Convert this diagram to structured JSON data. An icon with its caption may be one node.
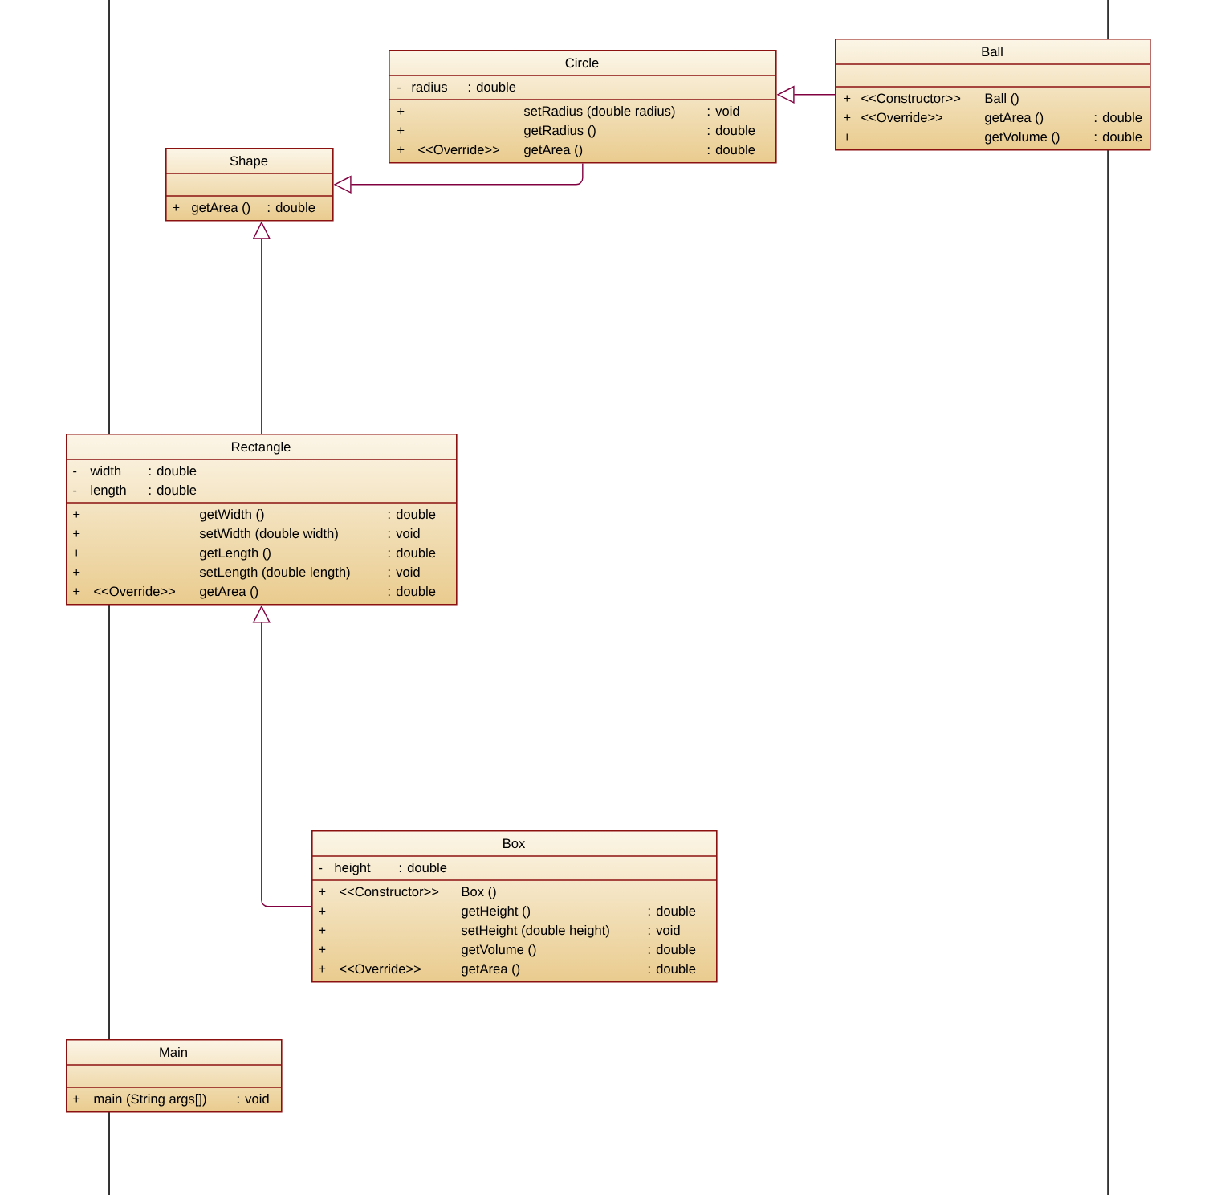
{
  "diagram": {
    "nodes": [
      {
        "text": [
          "Circle",
          "-",
          "radius",
          ": double",
          "+",
          "setRadius (double radius)",
          ": void",
          "+",
          "getRadius ()",
          ": double",
          "+",
          "<<Override>>",
          "getArea ()",
          ": double"
        ]
      },
      {
        "text": [
          "Ball",
          "+",
          "<<Constructor>>",
          "Ball ()",
          "+",
          "<<Override>>",
          "getArea ()",
          ": double",
          "+",
          "getVolume ()",
          ": double"
        ]
      },
      {
        "text": [
          "Shape",
          "+",
          "getArea ()",
          ": double"
        ]
      },
      {
        "text": [
          "Rectangle",
          "-",
          "width",
          ": double",
          "-",
          "length",
          ": double",
          "+",
          "getWidth ()",
          ": double",
          "+",
          "setWidth (double width)",
          ": void",
          "+",
          "getLength ()",
          ": double",
          "+",
          "setLength (double length)",
          ": void",
          "+",
          "<<Override>>",
          "getArea ()",
          ": double"
        ]
      },
      {
        "text": [
          "Box",
          "-",
          "height",
          ": double",
          "+",
          "<<Constructor>>",
          "Box ()",
          "+",
          "getHeight ()",
          ": double",
          "+",
          "setHeight (double height)",
          ": void",
          "+",
          "getVolume ()",
          ": double",
          "+",
          "<<Override>>",
          "getArea ()",
          ": double"
        ]
      },
      {
        "text": [
          "Main",
          "+",
          "main (String args[])",
          ": void"
        ]
      }
    ],
    "edges": [
      {
        "from": 1,
        "to": 0,
        "arrow": "to"
      },
      {
        "from": 0,
        "to": 2,
        "arrow": "to"
      },
      {
        "from": 3,
        "to": 2,
        "arrow": "to"
      },
      {
        "from": 4,
        "to": 3,
        "arrow": "to"
      }
    ]
  }
}
